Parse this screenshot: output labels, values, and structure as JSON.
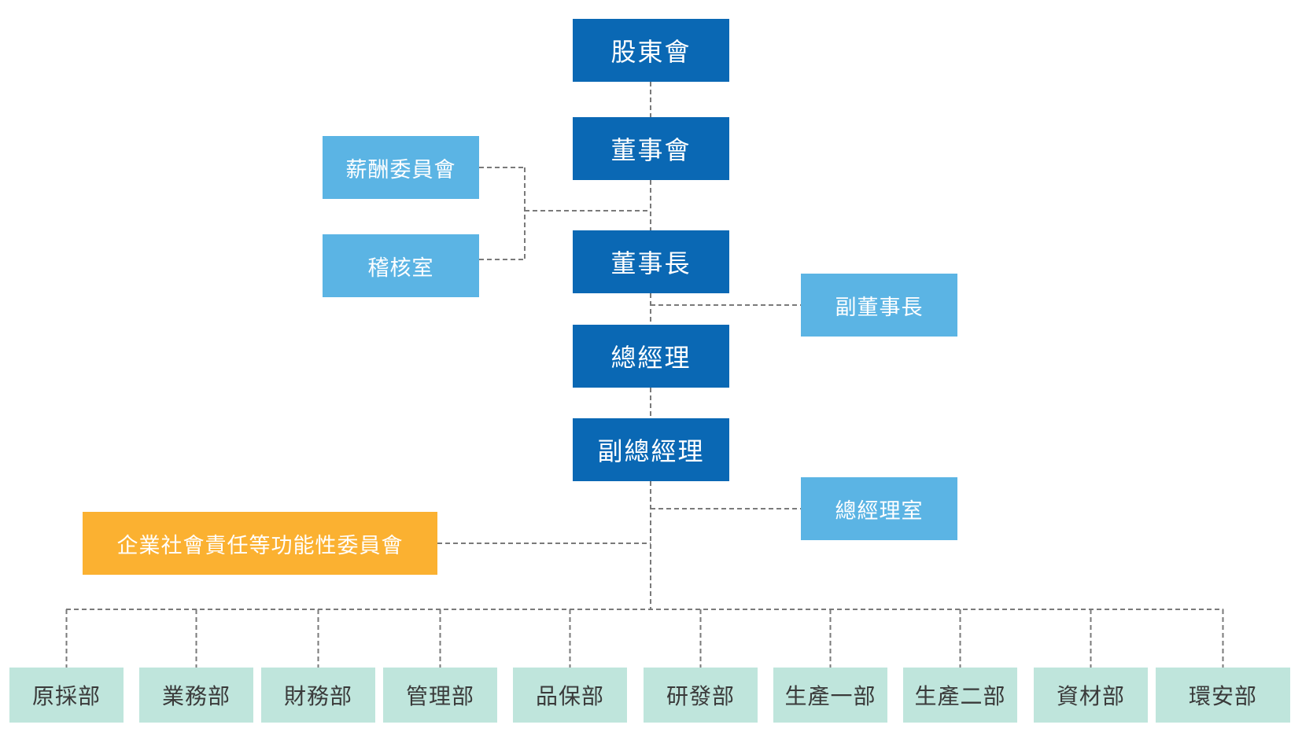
{
  "colors": {
    "executive": "#0a68b4",
    "staff": "#5bb4e4",
    "committee": "#fbb131",
    "department": "#bfe5dc",
    "department_text": "#3a3a3a",
    "connector": "#7a7a7a"
  },
  "executive_chain": [
    {
      "label": "股東會"
    },
    {
      "label": "董事會"
    },
    {
      "label": "董事長"
    },
    {
      "label": "總經理"
    },
    {
      "label": "副總經理"
    }
  ],
  "staff_units": {
    "remuneration_committee": "薪酬委員會",
    "audit_office": "稽核室",
    "vice_chairman": "副董事長",
    "president_office": "總經理室"
  },
  "committee": {
    "label": "企業社會責任等功能性委員會"
  },
  "departments": [
    {
      "label": "原採部"
    },
    {
      "label": "業務部"
    },
    {
      "label": "財務部"
    },
    {
      "label": "管理部"
    },
    {
      "label": "品保部"
    },
    {
      "label": "研發部"
    },
    {
      "label": "生產一部"
    },
    {
      "label": "生產二部"
    },
    {
      "label": "資材部"
    },
    {
      "label": "環安部"
    }
  ]
}
